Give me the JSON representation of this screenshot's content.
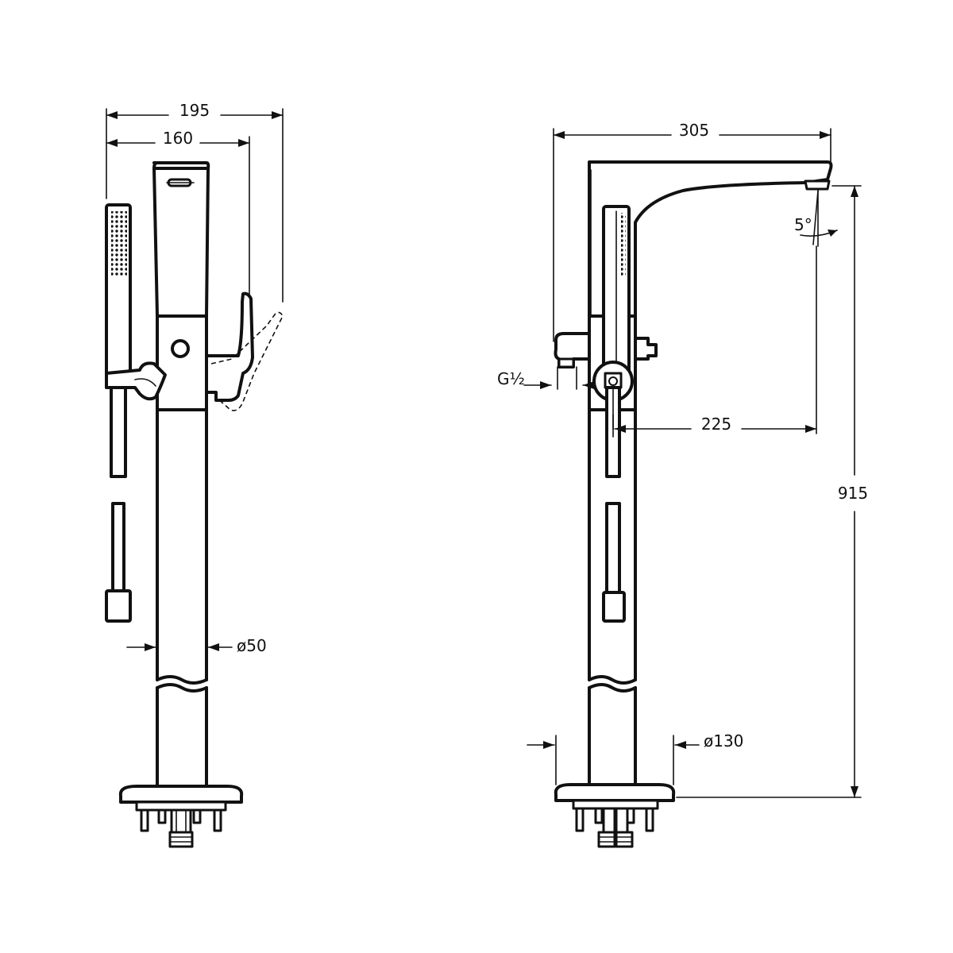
{
  "dimensions": {
    "side_total_width": "195",
    "side_body_width": "160",
    "side_column_diameter": "ø50",
    "front_spout_reach": "305",
    "front_spout_angle": "5°",
    "front_inlet_thread": "G½",
    "front_outlet_offset": "225",
    "front_total_height": "915",
    "front_base_diameter": "ø130"
  }
}
